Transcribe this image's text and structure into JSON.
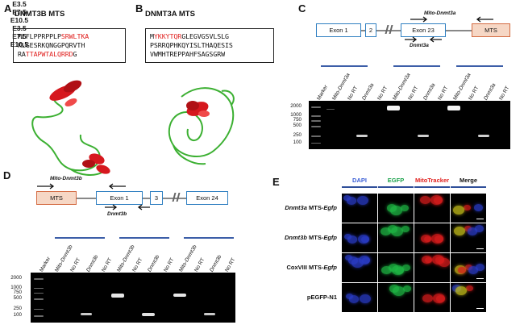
{
  "panel_a": {
    "letter": "A",
    "title": "DNMT3B MTS",
    "seq_lines": [
      [
        {
          "t": "MLFLPPRPPLP",
          "r": false
        },
        {
          "t": "SRWLTKA",
          "r": true
        }
      ],
      [
        {
          "t": "KLGESRKQNGGPQRVTH",
          "r": false
        }
      ],
      [
        {
          "t": "RA",
          "r": false
        },
        {
          "t": "TTAPWTALQRRD",
          "r": true
        },
        {
          "t": "G",
          "r": false
        }
      ]
    ]
  },
  "panel_b": {
    "letter": "B",
    "title": "DNMT3A MTS",
    "seq_lines": [
      [
        {
          "t": "M",
          "r": false
        },
        {
          "t": "YKKYTQR",
          "r": true
        },
        {
          "t": "GLEGVGSVLSLG",
          "r": false
        }
      ],
      [
        {
          "t": "PSRRQPHKQYISLTHAQESIS",
          "r": false
        }
      ],
      [
        {
          "t": "VWMHTREPPAHFSAGSGRW",
          "r": false
        }
      ]
    ]
  },
  "panel_c": {
    "letter": "C",
    "exons": [
      "Exon 1",
      "2",
      "Exon 23",
      "MTS"
    ],
    "primer_top": "Mito-Dnmt3a",
    "primer_bottom": "Dnmt3a",
    "timepoints": [
      "E3.5",
      "E7.5",
      "E10.5"
    ],
    "lanes": [
      "Marker",
      "Mito-Dnmt3a",
      "No RT",
      "Dnmt3a",
      "No RT",
      "Mito-Dnmt3a",
      "No RT",
      "Dnmt3a",
      "No RT",
      "Mito-Dnmt3a",
      "No RT",
      "Dnmt3a",
      "No RT"
    ],
    "markers": [
      "2000",
      "1000",
      "750",
      "500",
      "250",
      "100"
    ]
  },
  "panel_d": {
    "letter": "D",
    "exons": [
      "MTS",
      "Exon 1",
      "3",
      "Exon 24"
    ],
    "primer_top": "Mito-Dnmt3b",
    "primer_bottom": "Dnmt3b",
    "timepoints": [
      "E3.5",
      "E7.5",
      "E10.5"
    ],
    "lanes": [
      "Marker",
      "Mito-Dnmt3b",
      "No RT",
      "Dnmt3b",
      "No RT",
      "Mito-Dnmt3b",
      "No RT",
      "Dnmt3b",
      "No RT",
      "Mito-Dnmt3b",
      "No RT",
      "Dnmt3b",
      "No RT"
    ],
    "markers": [
      "2000",
      "1000",
      "750",
      "500",
      "250",
      "100"
    ]
  },
  "panel_e": {
    "letter": "E",
    "columns": [
      {
        "label": "DAPI",
        "color": "#3b5fd6"
      },
      {
        "label": "EGFP",
        "color": "#19a24a"
      },
      {
        "label": "MitoTracker",
        "color": "#e0201e"
      },
      {
        "label": "Merge",
        "color": "#111111"
      }
    ],
    "rows": [
      {
        "pre": "Dnmt3a",
        "post": " MTS-",
        "tail": "Egfp"
      },
      {
        "pre": "Dnmt3b",
        "post": " MTS-",
        "tail": "Egfp"
      },
      {
        "pre": "",
        "post": "CoxVIII MTS-",
        "tail": "Egfp"
      },
      {
        "pre": "",
        "post": "pEGFP-N1",
        "tail": ""
      }
    ]
  }
}
